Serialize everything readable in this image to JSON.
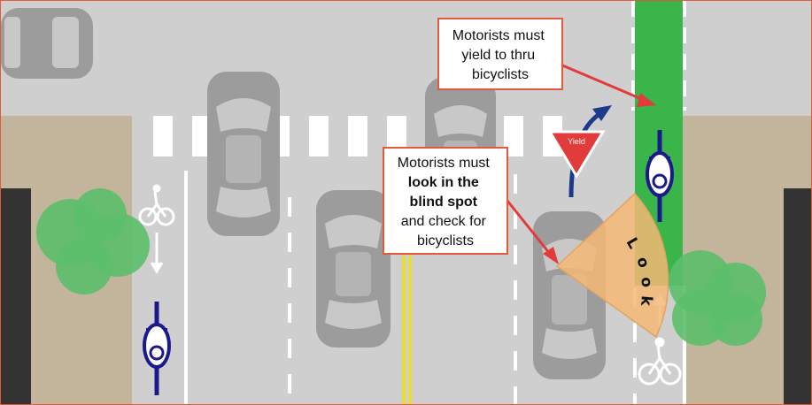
{
  "callouts": {
    "yield": {
      "lines": [
        "Motorists must",
        "yield to thru",
        "bicyclists"
      ]
    },
    "blind_spot": {
      "lines": [
        {
          "text": "Motorists must",
          "bold": false
        },
        {
          "text": "look in the",
          "bold": true
        },
        {
          "text": "blind spot",
          "bold": true
        },
        {
          "text": "and check for",
          "bold": false
        },
        {
          "text": "bicyclists",
          "bold": false
        }
      ]
    }
  },
  "yield_sign": {
    "label": "Yield",
    "color": "#e23b3b"
  },
  "look_zone": {
    "letters": [
      "L",
      "o",
      "o",
      "k"
    ],
    "color": "#f4b976"
  },
  "colors": {
    "road": "#cfcfcf",
    "sidewalk": "#c2b59b",
    "bike_lane_green": "#39b54a",
    "tree": "#5cbe6a",
    "car": "#9c9c9c",
    "car_glass": "#c8c8c8",
    "cyclist_blue": "#1b1a8c",
    "arrow_red": "#e23b3b",
    "turn_arrow_blue": "#1b3a8c",
    "center_line": "#f2e200"
  }
}
